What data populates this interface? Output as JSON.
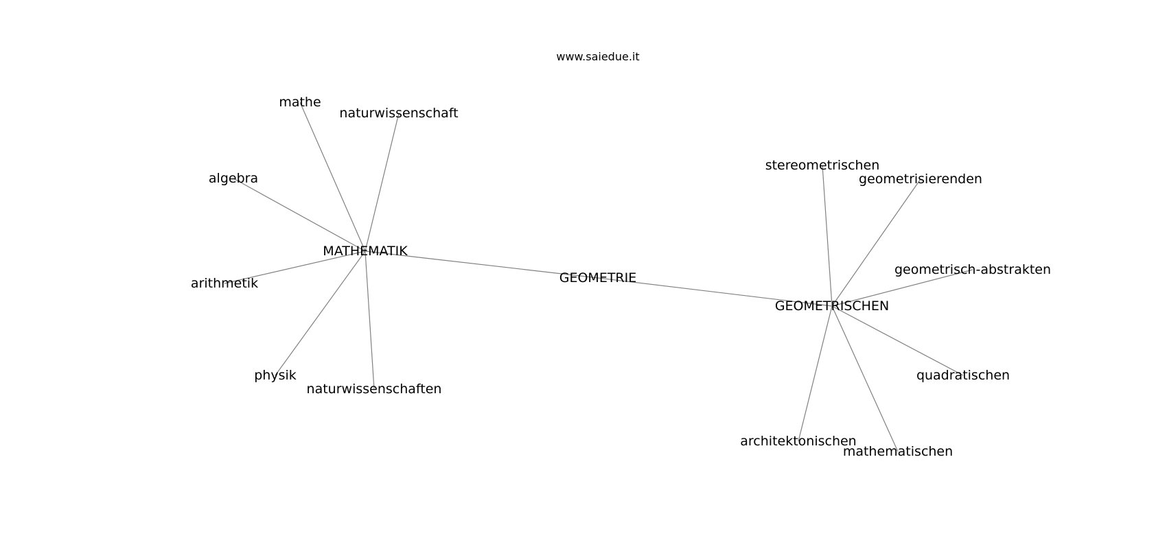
{
  "watermark": "www.saiedue.it",
  "graph": {
    "edge_color": "#808080",
    "label_color": "#000000",
    "nodes": [
      {
        "id": "GEOMETRIE",
        "label": "GEOMETRIE"
      },
      {
        "id": "MATHEMATIK",
        "label": "MATHEMATIK"
      },
      {
        "id": "GEOMETRISCHEN",
        "label": "GEOMETRISCHEN"
      },
      {
        "id": "mathe",
        "label": "mathe"
      },
      {
        "id": "naturwissenschaft",
        "label": "naturwissenschaft"
      },
      {
        "id": "algebra",
        "label": "algebra"
      },
      {
        "id": "arithmetik",
        "label": "arithmetik"
      },
      {
        "id": "physik",
        "label": "physik"
      },
      {
        "id": "naturwissenschaften",
        "label": "naturwissenschaften"
      },
      {
        "id": "stereometrischen",
        "label": "stereometrischen"
      },
      {
        "id": "geometrisierenden",
        "label": "geometrisierenden"
      },
      {
        "id": "geometrisch-abstrakten",
        "label": "geometrisch-abstrakten"
      },
      {
        "id": "quadratischen",
        "label": "quadratischen"
      },
      {
        "id": "architektonischen",
        "label": "architektonischen"
      },
      {
        "id": "mathematischen",
        "label": "mathematischen"
      }
    ],
    "edges": [
      [
        "GEOMETRIE",
        "MATHEMATIK"
      ],
      [
        "GEOMETRIE",
        "GEOMETRISCHEN"
      ],
      [
        "MATHEMATIK",
        "mathe"
      ],
      [
        "MATHEMATIK",
        "naturwissenschaft"
      ],
      [
        "MATHEMATIK",
        "algebra"
      ],
      [
        "MATHEMATIK",
        "arithmetik"
      ],
      [
        "MATHEMATIK",
        "physik"
      ],
      [
        "MATHEMATIK",
        "naturwissenschaften"
      ],
      [
        "GEOMETRISCHEN",
        "stereometrischen"
      ],
      [
        "GEOMETRISCHEN",
        "geometrisierenden"
      ],
      [
        "GEOMETRISCHEN",
        "geometrisch-abstrakten"
      ],
      [
        "GEOMETRISCHEN",
        "quadratischen"
      ],
      [
        "GEOMETRISCHEN",
        "architektonischen"
      ],
      [
        "GEOMETRISCHEN",
        "mathematischen"
      ]
    ]
  }
}
